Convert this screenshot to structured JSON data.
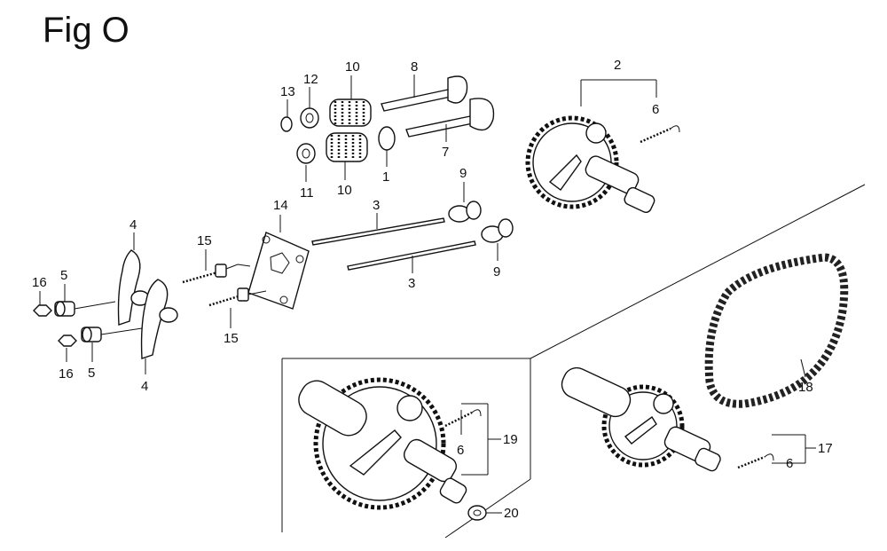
{
  "figure": {
    "title": "Fig O"
  },
  "callouts": [
    {
      "id": "c-13",
      "label": "13"
    },
    {
      "id": "c-12",
      "label": "12"
    },
    {
      "id": "c-10a",
      "label": "10"
    },
    {
      "id": "c-8",
      "label": "8"
    },
    {
      "id": "c-11",
      "label": "11"
    },
    {
      "id": "c-10b",
      "label": "10"
    },
    {
      "id": "c-1",
      "label": "1"
    },
    {
      "id": "c-7",
      "label": "7"
    },
    {
      "id": "c-2",
      "label": "2"
    },
    {
      "id": "c-6a",
      "label": "6"
    },
    {
      "id": "c-9a",
      "label": "9"
    },
    {
      "id": "c-9b",
      "label": "9"
    },
    {
      "id": "c-3a",
      "label": "3"
    },
    {
      "id": "c-3b",
      "label": "3"
    },
    {
      "id": "c-14",
      "label": "14"
    },
    {
      "id": "c-15a",
      "label": "15"
    },
    {
      "id": "c-15b",
      "label": "15"
    },
    {
      "id": "c-4a",
      "label": "4"
    },
    {
      "id": "c-4b",
      "label": "4"
    },
    {
      "id": "c-16a",
      "label": "16"
    },
    {
      "id": "c-16b",
      "label": "16"
    },
    {
      "id": "c-5a",
      "label": "5"
    },
    {
      "id": "c-5b",
      "label": "5"
    },
    {
      "id": "c-6b",
      "label": "6"
    },
    {
      "id": "c-19",
      "label": "19"
    },
    {
      "id": "c-20",
      "label": "20"
    },
    {
      "id": "c-18",
      "label": "18"
    },
    {
      "id": "c-17",
      "label": "17"
    },
    {
      "id": "c-6c",
      "label": "6"
    }
  ]
}
